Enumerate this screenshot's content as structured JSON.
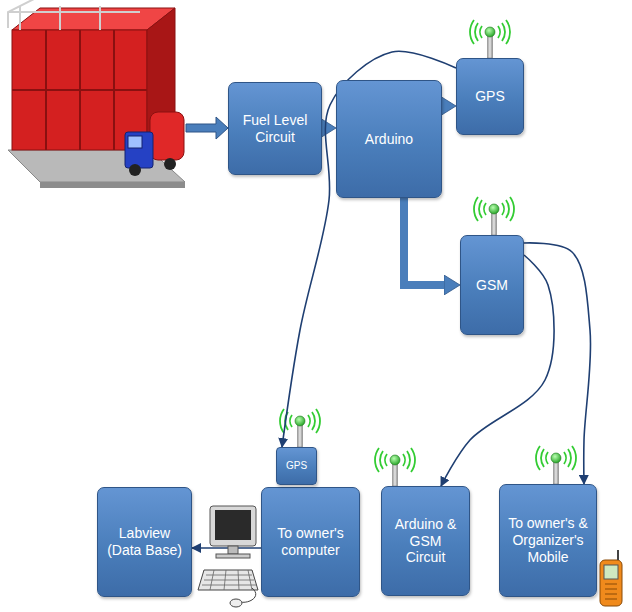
{
  "diagram": {
    "nodes": [
      {
        "text": [
          "Fuel Level Circuit"
        ]
      },
      {
        "text": [
          "Arduino"
        ]
      },
      {
        "text": [
          "GPS"
        ]
      },
      {
        "text": [
          "GSM"
        ]
      },
      {
        "text": [
          "Labview (Data Base)"
        ]
      },
      {
        "text": [
          "To owner's computer"
        ]
      },
      {
        "text": [
          "GPS"
        ]
      },
      {
        "text": [
          "Arduino & GSM Circuit"
        ]
      },
      {
        "text": [
          "To owner's & Organizer's Mobile"
        ]
      }
    ],
    "edges": [
      {
        "from": 0,
        "to": 1,
        "arrow": "to"
      },
      {
        "from": 1,
        "to": 2,
        "arrow": "to"
      },
      {
        "from": 1,
        "to": 3,
        "arrow": "to"
      },
      {
        "from": 2,
        "to": 6,
        "arrow": "to"
      },
      {
        "from": 3,
        "to": 7,
        "arrow": "to"
      },
      {
        "from": 3,
        "to": 8,
        "arrow": "to"
      },
      {
        "from": 5,
        "to": 4,
        "arrow": "to"
      }
    ]
  }
}
